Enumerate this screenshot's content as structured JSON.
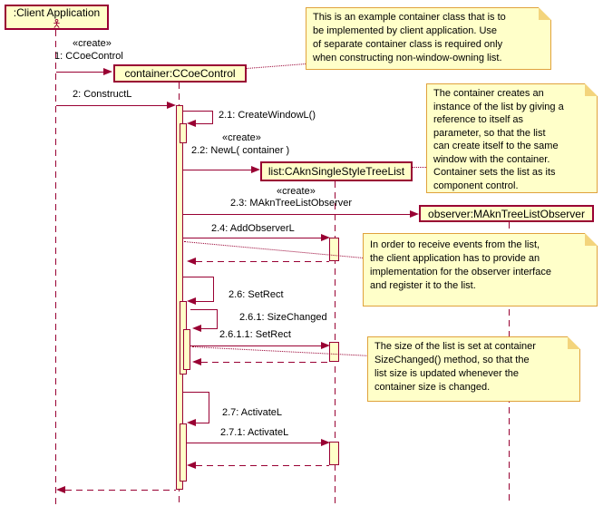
{
  "diagram": {
    "type": "uml-sequence-diagram",
    "objects": {
      "client": {
        "label": ":Client Application"
      },
      "container": {
        "label": "container:CCoeControl"
      },
      "list": {
        "label": "list:CAknSingleStyleTreeList"
      },
      "observer": {
        "label": "observer:MAknTreeListObserver"
      }
    },
    "messages": {
      "m1": {
        "stereotype": "«create»",
        "label": "1: CCoeControl"
      },
      "m2": {
        "label": "2: ConstructL"
      },
      "m21": {
        "label": "2.1: CreateWindowL()"
      },
      "m22": {
        "stereotype": "«create»",
        "label": "2.2: NewL( container )"
      },
      "m23": {
        "stereotype": "«create»",
        "label": "2.3: MAknTreeListObserver"
      },
      "m24": {
        "label": "2.4: AddObserverL"
      },
      "m26": {
        "label": "2.6: SetRect"
      },
      "m261": {
        "label": "2.6.1: SizeChanged"
      },
      "m2611": {
        "label": "2.6.1.1: SetRect"
      },
      "m27": {
        "label": "2.7: ActivateL"
      },
      "m271": {
        "label": "2.7.1: ActivateL"
      }
    },
    "notes": {
      "note1": {
        "text": "This is an example container class that is to\nbe implemented by client application. Use\nof separate container class is required only\nwhen constructing non-window-owning list."
      },
      "note2": {
        "text": "The container creates an\ninstance of the list by giving a\nreference to itself as\nparameter, so that the list\ncan create itself to the same\nwindow with the container.\nContainer sets the list as its\ncomponent control."
      },
      "note3": {
        "text": "In order to receive events from the list,\nthe client application has to provide an\nimplementation for the observer interface\nand register it to the list."
      },
      "note4": {
        "text": "The size of the list is set at container\nSizeChanged() method, so that the\nlist size is updated whenever the\ncontainer size is changed."
      }
    },
    "icons": {
      "actor": "stick-figure-actor-icon"
    },
    "colors": {
      "line": "#990033",
      "box_fill": "#FFFFC9",
      "note_border": "#E0A23C",
      "note_fold": "#F3D47C",
      "text": "#000000",
      "background": "#FFFFFF"
    }
  }
}
